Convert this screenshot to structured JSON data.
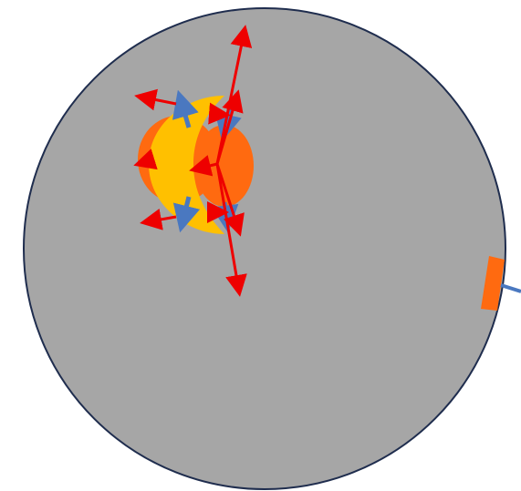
{
  "colors": {
    "background": "#ffffff",
    "disk_fill": "#a6a6a6",
    "disk_outline": "#1f2d4e",
    "orange": "#ff6a10",
    "yellow": "#ffc000",
    "red_arrow": "#ee0000",
    "blue_arrow": "#4a78c0"
  },
  "elements": {
    "disk": "grey-disk",
    "blob_orange_left": "orange-ellipse-left",
    "blob_orange_right": "orange-ellipse-right",
    "blob_yellow": "yellow-crescent",
    "edge_marker": "orange-edge-marker",
    "edge_line": "blue-edge-line",
    "red_arrows": "red-force-arrows",
    "blue_arrows": "blue-force-arrows"
  }
}
